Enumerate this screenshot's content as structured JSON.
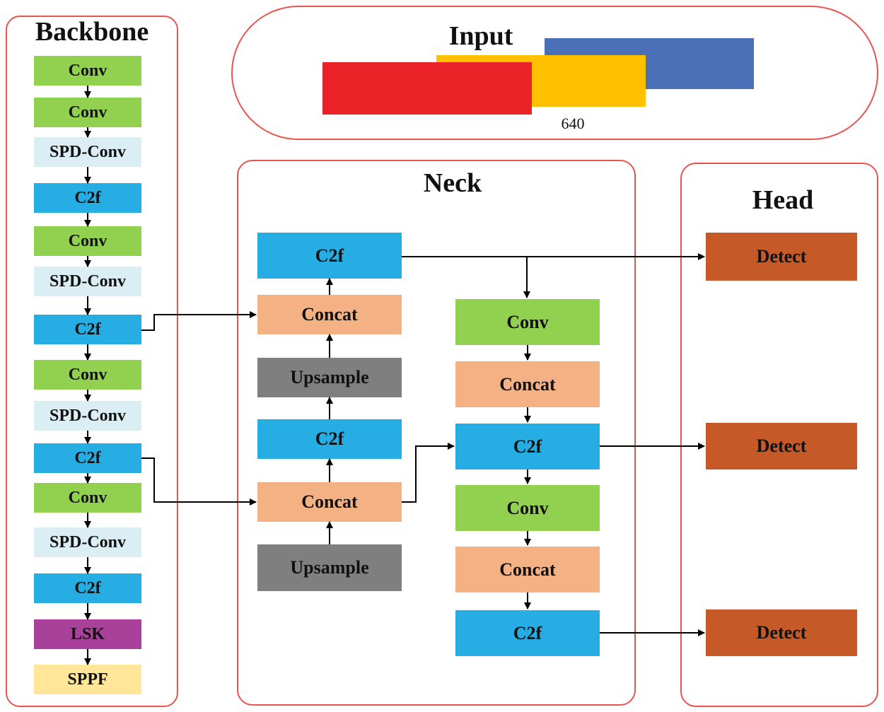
{
  "colors": {
    "conv": "#92d050",
    "spd_conv": "#daeef3",
    "c2f": "#26ade4",
    "lsk": "#a9409a",
    "sppf": "#ffe699",
    "concat": "#f4b183",
    "upsample": "#7f7f7f",
    "detect": "#c55a28",
    "panel_border": "#e8554f",
    "input_blue": "#4a70b8",
    "input_yellow": "#ffc000",
    "input_red": "#ea2228"
  },
  "backbone": {
    "title": "Backbone",
    "blocks": [
      {
        "label": "Conv",
        "kind": "conv"
      },
      {
        "label": "Conv",
        "kind": "conv"
      },
      {
        "label": "SPD-Conv",
        "kind": "spd_conv"
      },
      {
        "label": "C2f",
        "kind": "c2f"
      },
      {
        "label": "Conv",
        "kind": "conv"
      },
      {
        "label": "SPD-Conv",
        "kind": "spd_conv"
      },
      {
        "label": "C2f",
        "kind": "c2f"
      },
      {
        "label": "Conv",
        "kind": "conv"
      },
      {
        "label": "SPD-Conv",
        "kind": "spd_conv"
      },
      {
        "label": "C2f",
        "kind": "c2f"
      },
      {
        "label": "Conv",
        "kind": "conv"
      },
      {
        "label": "SPD-Conv",
        "kind": "spd_conv"
      },
      {
        "label": "C2f",
        "kind": "c2f"
      },
      {
        "label": "LSK",
        "kind": "lsk"
      },
      {
        "label": "SPPF",
        "kind": "sppf"
      }
    ]
  },
  "input": {
    "title": "Input",
    "size_label": "640"
  },
  "neck": {
    "title": "Neck",
    "left_column": [
      {
        "label": "C2f",
        "kind": "c2f"
      },
      {
        "label": "Concat",
        "kind": "concat"
      },
      {
        "label": "Upsample",
        "kind": "upsample"
      },
      {
        "label": "C2f",
        "kind": "c2f"
      },
      {
        "label": "Concat",
        "kind": "concat"
      },
      {
        "label": "Upsample",
        "kind": "upsample"
      }
    ],
    "right_column": [
      {
        "label": "Conv",
        "kind": "conv"
      },
      {
        "label": "Concat",
        "kind": "concat"
      },
      {
        "label": "C2f",
        "kind": "c2f"
      },
      {
        "label": "Conv",
        "kind": "conv"
      },
      {
        "label": "Concat",
        "kind": "concat"
      },
      {
        "label": "C2f",
        "kind": "c2f"
      }
    ]
  },
  "head": {
    "title": "Head",
    "blocks": [
      {
        "label": "Detect",
        "kind": "detect"
      },
      {
        "label": "Detect",
        "kind": "detect"
      },
      {
        "label": "Detect",
        "kind": "detect"
      }
    ]
  }
}
